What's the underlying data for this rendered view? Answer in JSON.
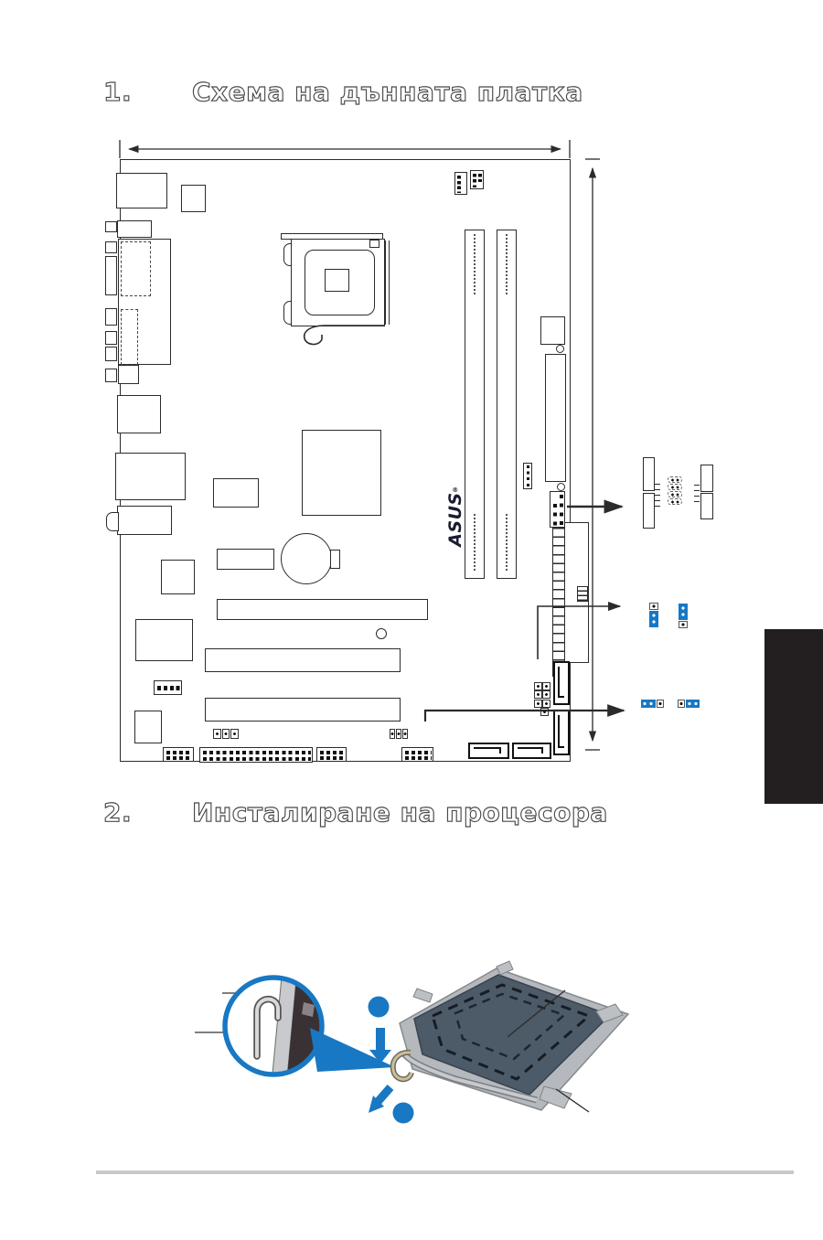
{
  "sections": [
    {
      "number": "1.",
      "title": "Схема на дънната платка"
    },
    {
      "number": "2.",
      "title": "Инсталиране на процесора"
    }
  ],
  "brand": {
    "logo_text": "ASUS",
    "reg_mark": "®"
  },
  "colors": {
    "accent_blue": "#1878c4",
    "diagram_line": "#2b2b2b",
    "tab_black": "#231f20",
    "footer_rule_gray": "#c9c9c9",
    "socket_cover": "#4d5a68",
    "metal_frame": "#b5b9bd"
  }
}
